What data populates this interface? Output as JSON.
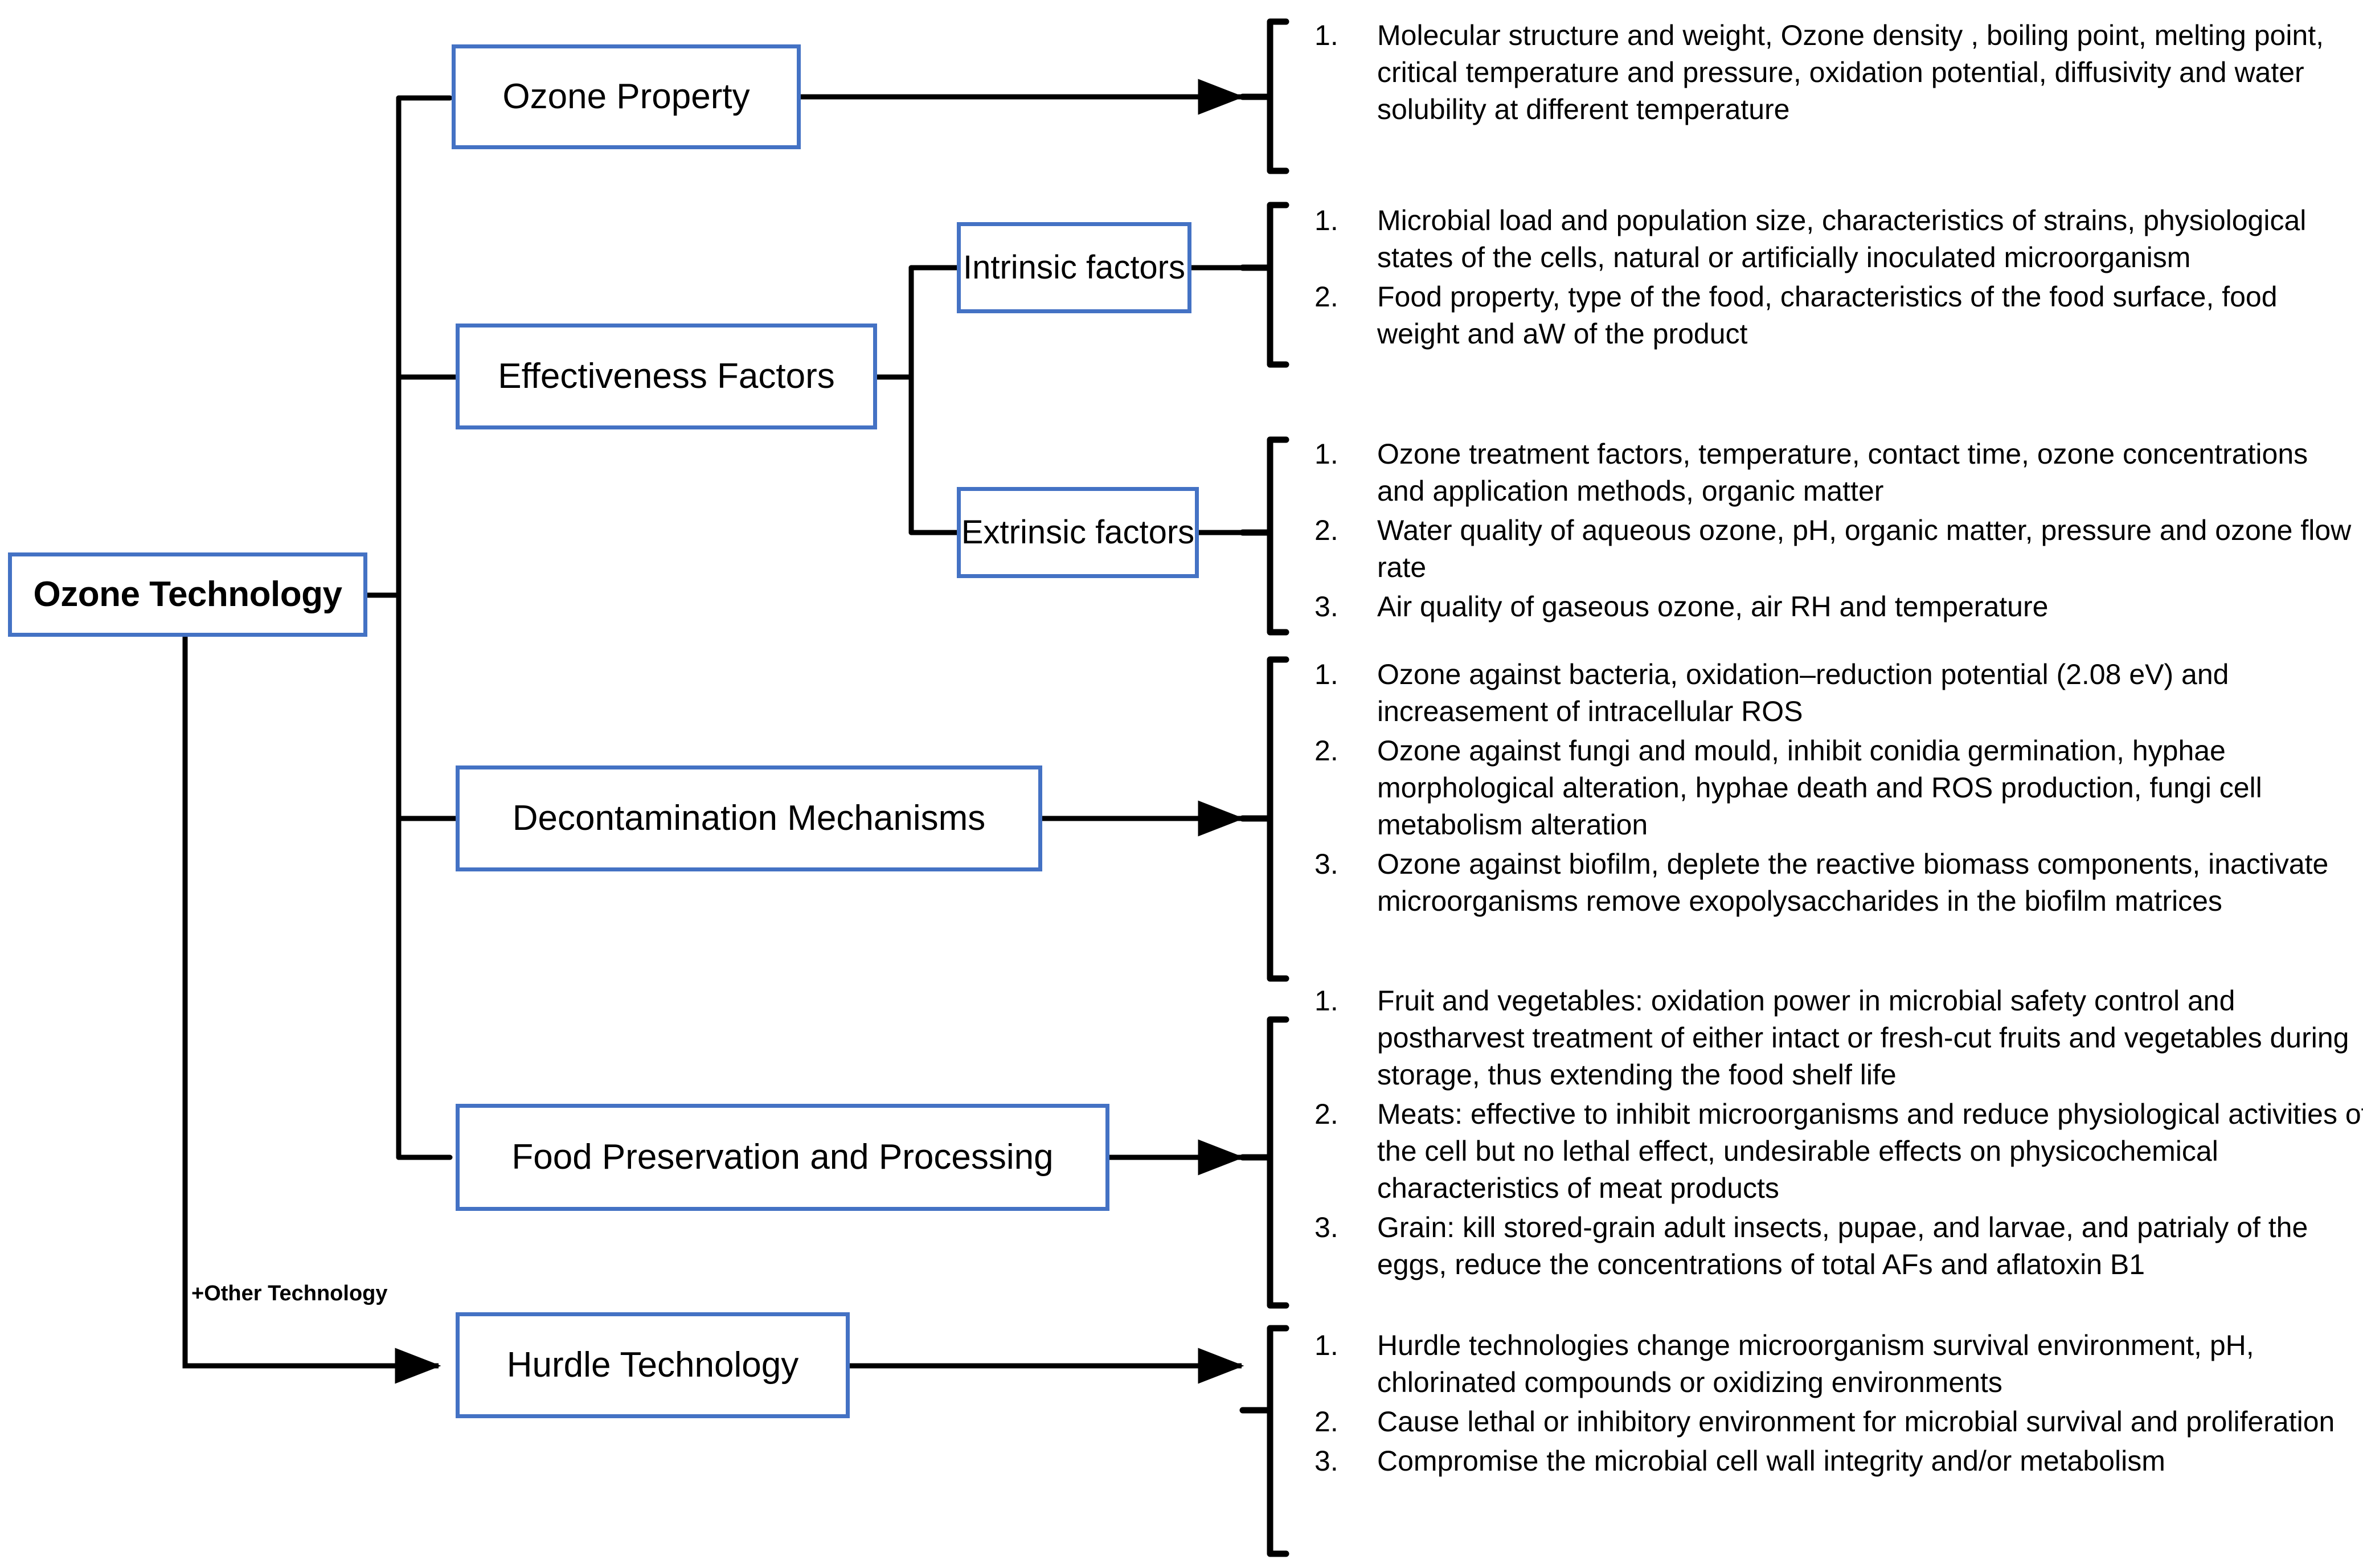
{
  "diagram": {
    "title": "Ozone Technology",
    "accent_color": "#4472C4",
    "line_color": "#000000",
    "background": "#ffffff"
  },
  "root": {
    "label": "Ozone Technology"
  },
  "edge_labels": {
    "other_technology": "+Other Technology"
  },
  "branches": [
    {
      "id": "ozone-property",
      "label": "Ozone Property",
      "details": [
        "Molecular structure and weight, Ozone density , boiling point, melting point, critical temperature and pressure, oxidation potential, diffusivity and water solubility at different temperature"
      ]
    },
    {
      "id": "effectiveness-factors",
      "label": "Effectiveness Factors",
      "children": [
        {
          "id": "intrinsic-factors",
          "label": "Intrinsic factors",
          "details": [
            "Microbial load and population size, characteristics of strains, physiological states of the cells, natural or artificially inoculated microorganism",
            "Food property, type of the food, characteristics of the food surface, food weight and aW of the product"
          ]
        },
        {
          "id": "extrinsic-factors",
          "label": "Extrinsic factors",
          "details": [
            "Ozone treatment factors, temperature, contact time, ozone concentrations and application methods, organic matter",
            "Water quality of aqueous ozone,  pH, organic matter, pressure and ozone flow rate",
            "Air quality of gaseous ozone, air RH and temperature"
          ]
        }
      ]
    },
    {
      "id": "decontamination-mechanisms",
      "label": "Decontamination Mechanisms",
      "details": [
        "Ozone against bacteria, oxidation–reduction potential (2.08 eV) and increasement of intracellular ROS",
        "Ozone against fungi and mould, inhibit conidia germination, hyphae morphological alteration, hyphae death and ROS production, fungi cell metabolism alteration",
        "Ozone against biofilm, deplete the reactive biomass components, inactivate microorganisms  remove exopolysaccharides in the biofilm matrices"
      ]
    },
    {
      "id": "food-preservation-and-processing",
      "label": "Food Preservation and Processing",
      "details": [
        "Fruit and vegetables:  oxidation power in microbial safety control and postharvest treatment of either intact or fresh-cut fruits and vegetables during storage, thus extending the food shelf life",
        "Meats: effective to inhibit microorganisms and reduce physiological activities of the cell but no lethal effect, undesirable effects on physicochemical characteristics of meat products",
        "Grain: kill stored-grain adult insects, pupae, and larvae, and patrialy of the eggs, reduce the concentrations of total AFs and aflatoxin B1"
      ]
    },
    {
      "id": "hurdle-technology",
      "label": "Hurdle Technology",
      "details": [
        "Hurdle technologies change microorganism survival environment, pH, chlorinated compounds or oxidizing environments",
        "Cause lethal or inhibitory environment for microbial survival and proliferation",
        "Compromise the microbial cell wall integrity and/or metabolism"
      ]
    }
  ]
}
